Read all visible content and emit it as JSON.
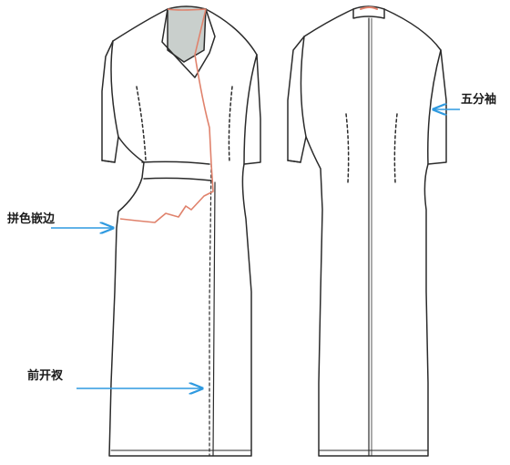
{
  "annotations": {
    "sleeve": "五分袖",
    "trim": "拼色嵌边",
    "slit": "前开衩"
  },
  "colors": {
    "outline": "#2b2b2b",
    "accent_trim": "#e0826c",
    "collar_fill": "#c9cfcc",
    "arrow": "#2f9ae0"
  }
}
